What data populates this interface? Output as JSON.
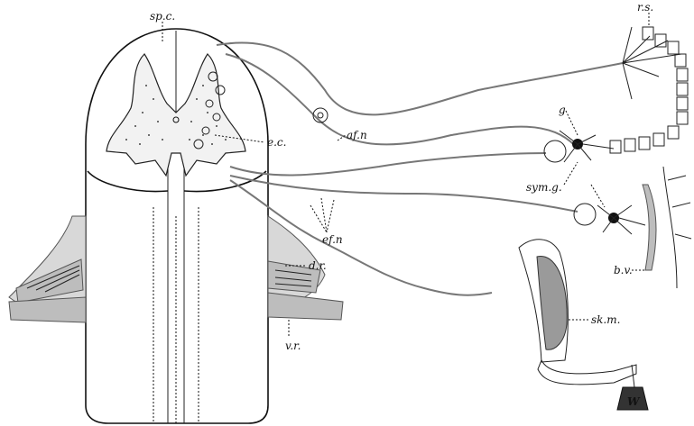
{
  "labels": {
    "spc": "sp.c.",
    "ec": "e.c.",
    "afn": "af.n",
    "efn": "ef.n",
    "rs": "r.s.",
    "g": "g",
    "symg": "sym.g.",
    "bv": "b.v.",
    "dr": "d.r.",
    "vr": "v.r.",
    "skm": "sk.m.",
    "weight": "W"
  }
}
